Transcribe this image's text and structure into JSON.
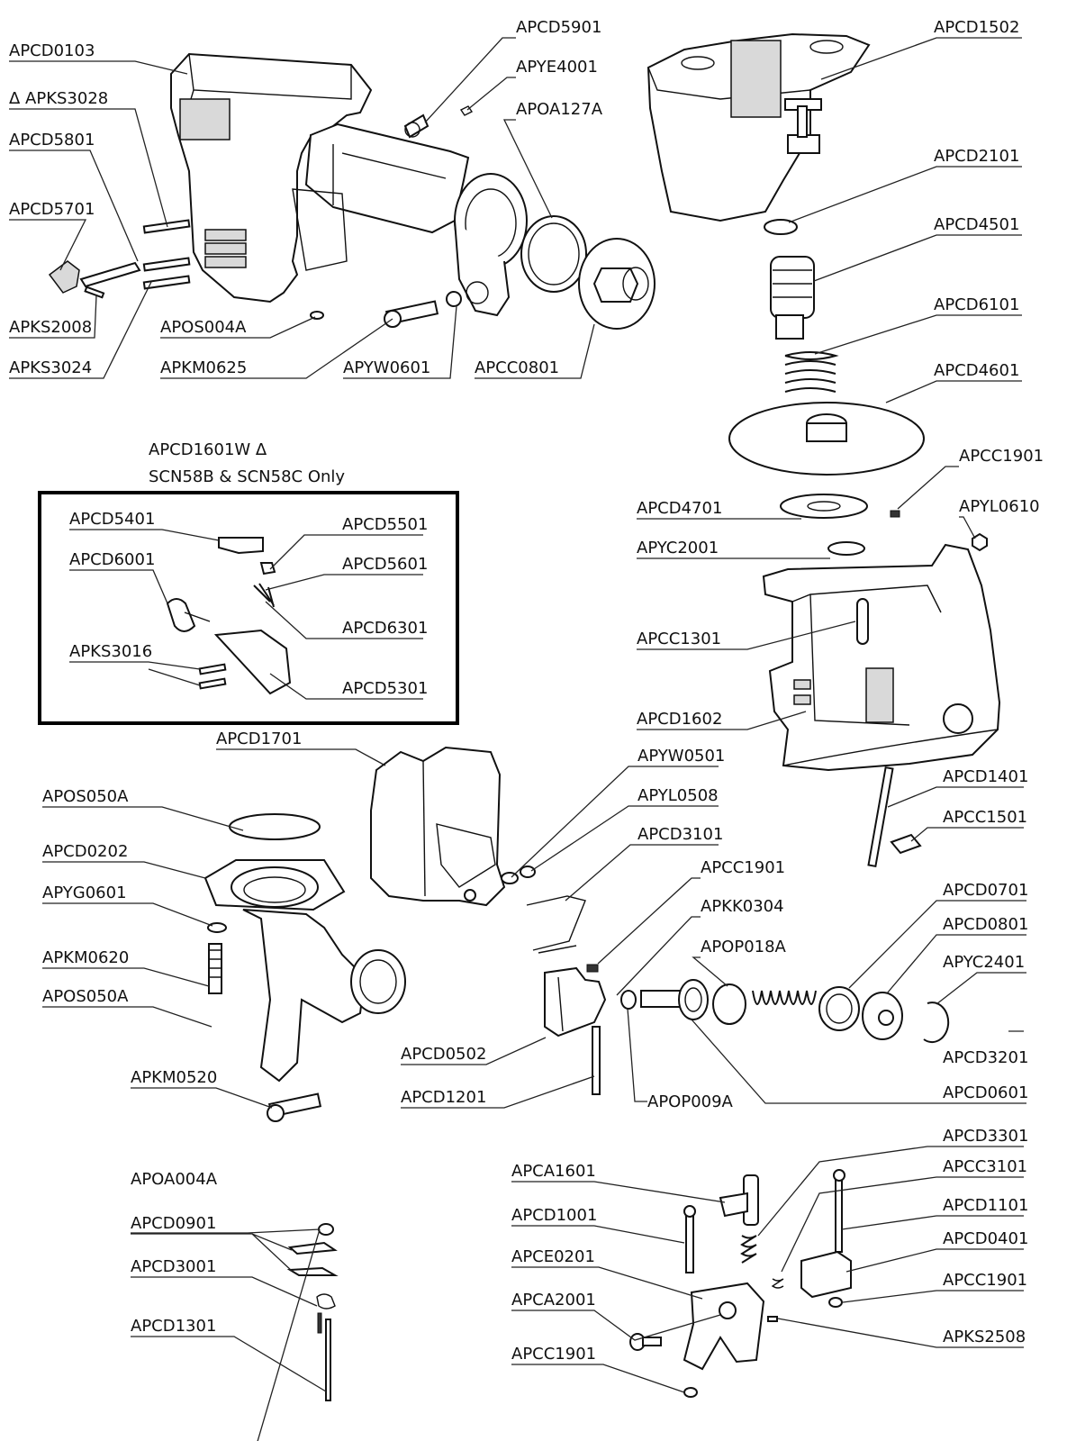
{
  "kit": {
    "title": "APCD1601W Δ",
    "subtitle": "SCN58B & SCN58C Only"
  },
  "labels": {
    "APCD0103": "APCD0103",
    "APKS3028": "Δ APKS3028",
    "APCD5801": "APCD5801",
    "APCD5701": "APCD5701",
    "APKS2008": "APKS2008",
    "APKS3024": "APKS3024",
    "APCD5901": "APCD5901",
    "APYE4001": "APYE4001",
    "APOA127A": "APOA127A",
    "APOS004A": "APOS004A",
    "APKM0625": "APKM0625",
    "APYW0601": "APYW0601",
    "APCC0801": "APCC0801",
    "APCD1502": "APCD1502",
    "APCD2101": "APCD2101",
    "APCD4501": "APCD4501",
    "APCD6101": "APCD6101",
    "APCD4601": "APCD4601",
    "APCC1901_a": "APCC1901",
    "APCD4701": "APCD4701",
    "APYL0610": "APYL0610",
    "APYC2001": "APYC2001",
    "APCC1301": "APCC1301",
    "APCD1602": "APCD1602",
    "APCD1401": "APCD1401",
    "APCC1501": "APCC1501",
    "APCD5401": "APCD5401",
    "APCD5501": "APCD5501",
    "APCD6001": "APCD6001",
    "APCD5601": "APCD5601",
    "APCD6301": "APCD6301",
    "APKS3016": "APKS3016",
    "APCD5301": "APCD5301",
    "APCD1701": "APCD1701",
    "APYW0501": "APYW0501",
    "APYL0508": "APYL0508",
    "APCD3101": "APCD3101",
    "APOS050A_a": "APOS050A",
    "APCD0202": "APCD0202",
    "APYG0601": "APYG0601",
    "APKM0620": "APKM0620",
    "APOS050A_b": "APOS050A",
    "APKM0520": "APKM0520",
    "APCC1901_b": "APCC1901",
    "APKK0304": "APKK0304",
    "APOP018A": "APOP018A",
    "APCD0701": "APCD0701",
    "APCD0801": "APCD0801",
    "APYC2401": "APYC2401",
    "APCD0502": "APCD0502",
    "APCD3201": "APCD3201",
    "APCD1201": "APCD1201",
    "APOP009A": "APOP009A",
    "APCD0601": "APCD0601",
    "APCD3301": "APCD3301",
    "APCA1601": "APCA1601",
    "APCC3101": "APCC3101",
    "APCD1001": "APCD1001",
    "APCD1101": "APCD1101",
    "APCE0201": "APCE0201",
    "APCD0401": "APCD0401",
    "APCA2001": "APCA2001",
    "APCC1901_c": "APCC1901",
    "APKS2508": "APKS2508",
    "APCC1901_d": "APCC1901",
    "APOA004A": "APOA004A",
    "APCD0901": "APCD0901",
    "APCD3001": "APCD3001",
    "APCD1301": "APCD1301"
  }
}
